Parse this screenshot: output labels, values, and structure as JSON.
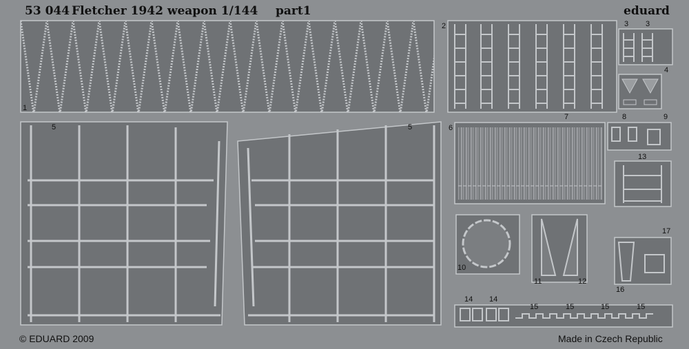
{
  "header": {
    "catalog_no": "53 044",
    "title": "Fletcher 1942 weapon 1/144",
    "part": "part1",
    "brand": "eduard"
  },
  "footer": {
    "copyright": "© EDUARD 2009",
    "origin": "Made in Czech Republic"
  },
  "part_numbers": [
    "1",
    "2",
    "3",
    "3",
    "4",
    "5",
    "5",
    "6",
    "7",
    "8",
    "9",
    "10",
    "11",
    "12",
    "13",
    "14",
    "14",
    "15",
    "15",
    "15",
    "15",
    "16",
    "17"
  ],
  "colors": {
    "fret_background": "#8c8f92",
    "part_surface": "#6f7275",
    "etched_highlight": "#c4c7ca",
    "text": "#111111"
  }
}
